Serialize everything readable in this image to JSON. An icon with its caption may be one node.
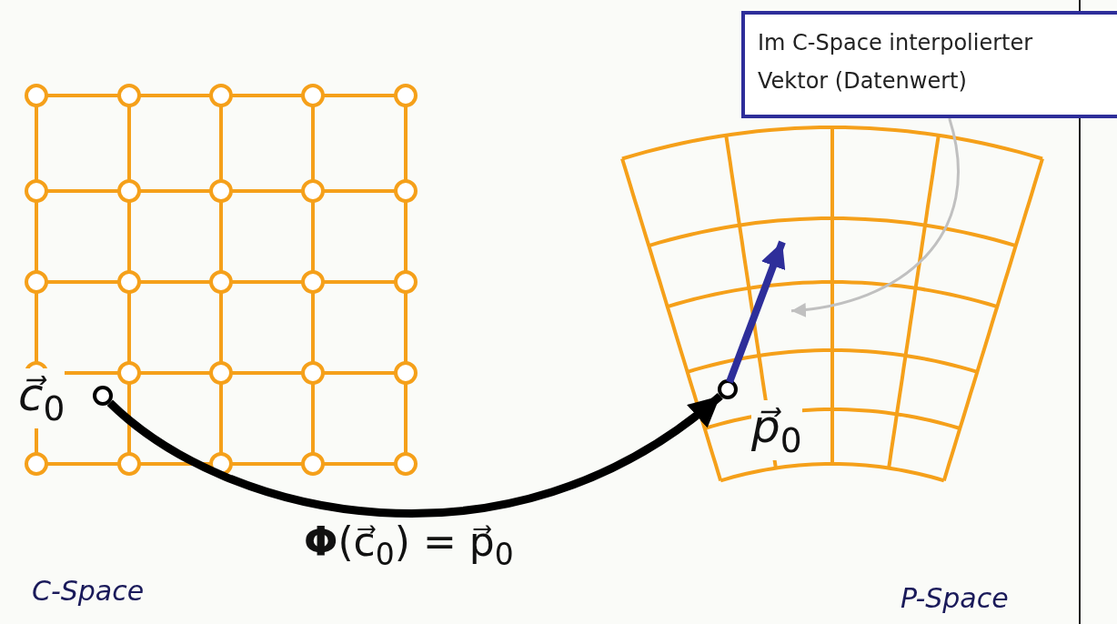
{
  "diagram": {
    "nodes": [
      {
        "text": [],
        "shape": "circle",
        "beside": [
          "c⃗$_{0}$"
        ]
      },
      {
        "text": [],
        "shape": "circle",
        "beside": [
          "p⃗$_{0}$"
        ]
      },
      {
        "text": [
          "Im C-Space interpolierter Vektor (Datenwert)"
        ]
      },
      {
        "text": [],
        "shape": "arrow"
      }
    ],
    "edges": [
      {
        "from": 0,
        "to": 1,
        "arrow": "to",
        "label": "**Φ**(c⃗$_{0}$) = p⃗$_{0}$",
        "style": "thick"
      },
      {
        "from": 2,
        "to": 3,
        "arrow": "to",
        "color": "#c0c0c0"
      }
    ],
    "labels": [
      "C-Space",
      "P-Space"
    ]
  }
}
